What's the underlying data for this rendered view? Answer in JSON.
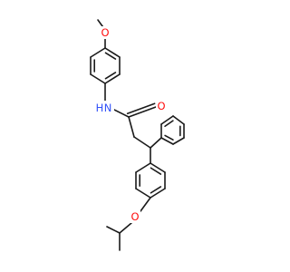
{
  "molecule": {
    "atom_labels": {
      "o_methoxy": "O",
      "n_amide": "N",
      "h_amide": "H",
      "o_carbonyl": "O",
      "o_isopropoxy": "O"
    },
    "colors": {
      "bond": "#1a1a1a",
      "oxygen": "#ff0d0d",
      "nitrogen": "#3050f8",
      "background": "#ffffff"
    }
  }
}
